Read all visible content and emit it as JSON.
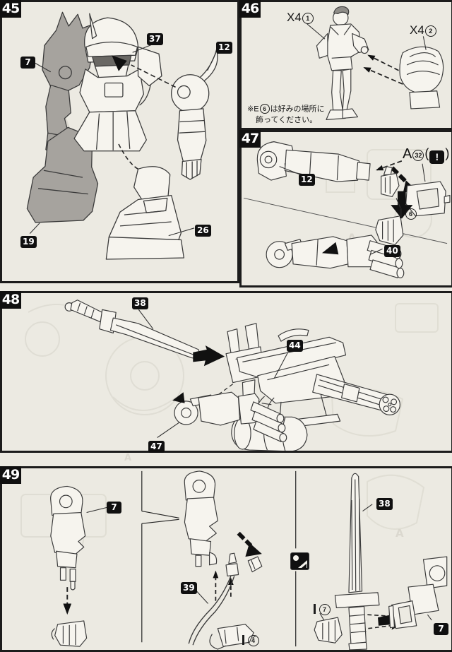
{
  "colors": {
    "paper": "#eceae2",
    "ink": "#3a3a3a",
    "panel_border": "#1c1c1c",
    "part_fill": "#f6f4ee",
    "shade_fill": "#a6a39e",
    "ghost": "#d8d5cb"
  },
  "decor": {
    "ghost_letter": "A"
  },
  "panels": {
    "p45": {
      "step": "45",
      "labels": {
        "shoulder": "7",
        "head": "37",
        "arm": "12",
        "left_leg": "19",
        "right_leg": "26"
      }
    },
    "p46": {
      "step": "46",
      "qty1": {
        "text": "X4",
        "num": "1"
      },
      "qty2": {
        "text": "X4",
        "num": "2"
      },
      "note": {
        "mark": "※",
        "part": "E",
        "num": "6",
        "line1": "は好みの場所に",
        "line2": "飾ってください。"
      }
    },
    "p47": {
      "step": "47",
      "labels": {
        "arm": "12",
        "gatling": "40"
      },
      "ref": {
        "letter": "A",
        "num": "32",
        "open": "(",
        "warn": "!",
        "close": ")"
      },
      "hand": {
        "num": "6"
      }
    },
    "p48": {
      "step": "48",
      "labels": {
        "sword": "38",
        "gun": "44",
        "arm": "47"
      }
    },
    "p49": {
      "step": "49",
      "labels": {
        "left_arm": "7",
        "cable": "39",
        "sword": "38",
        "right_arm": "7"
      },
      "hand_a": {
        "num": "4"
      },
      "hand_b": {
        "num": "7"
      }
    }
  }
}
